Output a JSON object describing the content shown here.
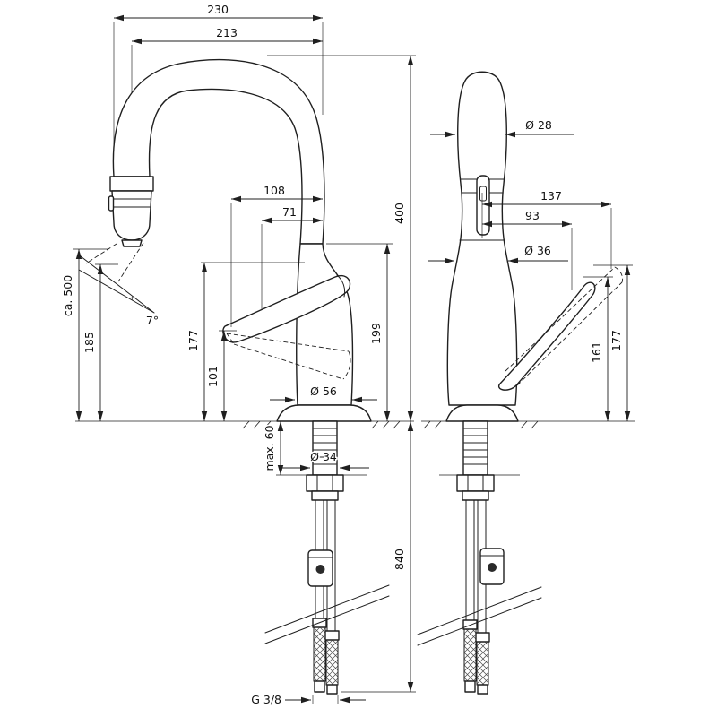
{
  "drawing": {
    "front_view": {
      "width_overall": "230",
      "width_spout": "213",
      "width_108": "108",
      "width_71": "71",
      "height_overall": "400",
      "height_199": "199",
      "hose_pullout": "ca. 500",
      "height_185": "185",
      "angle": "7°",
      "height_177": "177",
      "height_101": "101",
      "dia_base": "Ø 56",
      "dia_shank": "Ø 34",
      "counter_max": "max. 60",
      "hose_length": "840",
      "thread": "G 3/8"
    },
    "side_view": {
      "dia_spout": "Ø 28",
      "width_137": "137",
      "width_93": "93",
      "dia_body": "Ø 36",
      "height_161": "161",
      "height_177": "177"
    }
  }
}
